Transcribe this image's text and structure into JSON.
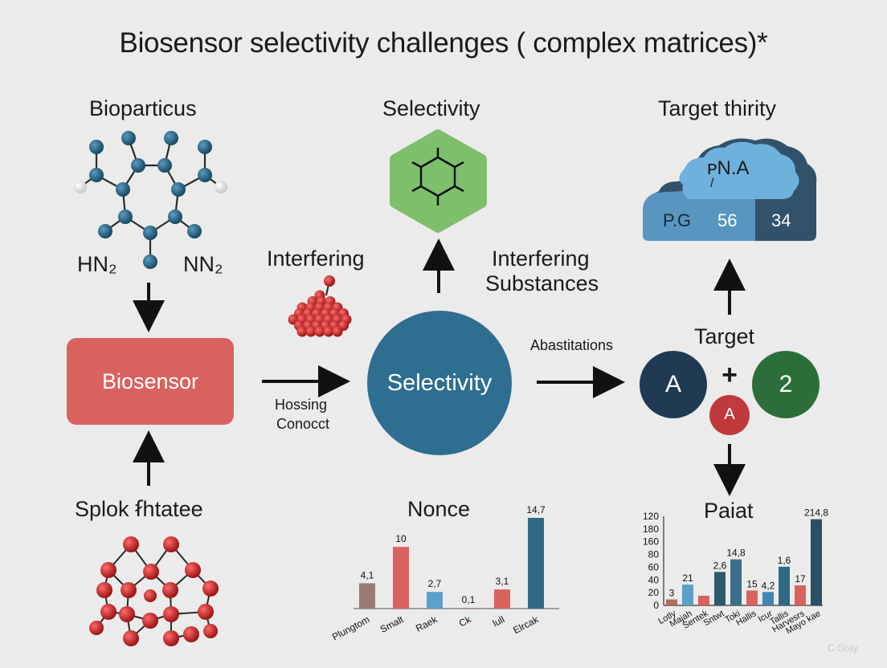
{
  "title": "Biosensor selectivity challenges ( complex matrices)*",
  "left": {
    "heading": "Bioparticus",
    "label_left": "HN₂",
    "label_right": "NN₂",
    "box": "Biosensor",
    "bottom_heading": "Splok ẜhtatee"
  },
  "center": {
    "heading": "Selectivity",
    "interfering_left": "Interfering",
    "interfering_right_line1": "Interfering",
    "interfering_right_line2": "Substances",
    "circle": "Selectivity",
    "arrow_label_line1": "Hossing",
    "arrow_label_line2": "Conocct",
    "arrow_right_label": "Abastitations"
  },
  "right": {
    "heading": "Target thirity",
    "cloud_text": "ᴩN.A",
    "cloud_sub": "/",
    "bar_left": "P.G",
    "bar_mid": "56",
    "bar_right": "34",
    "target_label": "Target",
    "node_a": "A",
    "node_2": "2",
    "node_small": "A",
    "plus": "+"
  },
  "chart_nonce": {
    "type": "bar",
    "title": "Nonce",
    "categories": [
      "Plungtom",
      "Smalt",
      "Raek",
      "Ck",
      "lull",
      "Elrcak"
    ],
    "values": [
      4.1,
      10,
      2.7,
      0.1,
      3.1,
      14.7
    ],
    "value_labels": [
      "4,1",
      "10",
      "2,7",
      "0,1",
      "3,1",
      "14,7"
    ],
    "colors": [
      "#9b7a74",
      "#d9625f",
      "#5aa0c8",
      "#a97a70",
      "#d9625f",
      "#2e6a86"
    ],
    "ylim": [
      0,
      15.5
    ]
  },
  "chart_data": {
    "type": "bar",
    "title": "Paiat",
    "categories": [
      "Lotly",
      "Majah",
      "Sentek",
      "Sntwt",
      "Toki",
      "Hallis",
      "Icur",
      "Tallis",
      "Harvesrs",
      "Mayo kae"
    ],
    "values": [
      8,
      28,
      13,
      45,
      62,
      20,
      18,
      52,
      27,
      116
    ],
    "value_labels": [
      "3",
      "21",
      "",
      "2,6",
      "14,8",
      "15",
      "4,2",
      "1,6",
      "17",
      "214,8"
    ],
    "colors": [
      "#b36a60",
      "#5aa0c8",
      "#d9625f",
      "#2e5a6e",
      "#3a6f8c",
      "#d9625f",
      "#3f86b0",
      "#2e6a86",
      "#d9625f",
      "#2a4e64"
    ],
    "yticks": [
      "0",
      "20",
      "40",
      "60",
      "80",
      "160",
      "180",
      "120"
    ],
    "ylim": [
      0,
      120
    ]
  },
  "palette": {
    "bg": "#ebebeb",
    "red_box": "#d9625f",
    "blue_circle": "#2e6e90",
    "green_hex": "#7dbf6a",
    "navy_node": "#1f3a52",
    "green_node": "#2c6e3a",
    "red_node": "#c0393b",
    "molecule_blue": "#1f5f7e",
    "molecule_red": "#c72b2b"
  },
  "watermark": "C Gray"
}
